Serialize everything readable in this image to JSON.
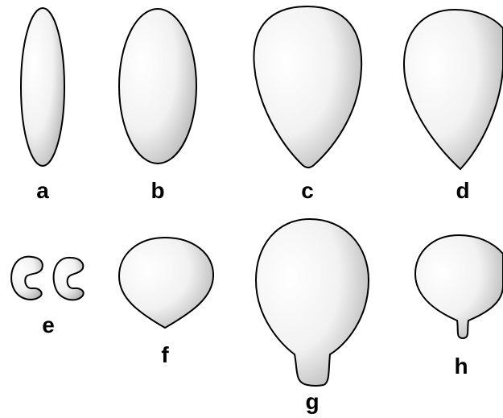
{
  "figure": {
    "shapes": [
      {
        "label": "a"
      },
      {
        "label": "b"
      },
      {
        "label": "c"
      },
      {
        "label": "d"
      },
      {
        "label": "e"
      },
      {
        "label": "f"
      },
      {
        "label": "g"
      },
      {
        "label": "h"
      }
    ]
  }
}
